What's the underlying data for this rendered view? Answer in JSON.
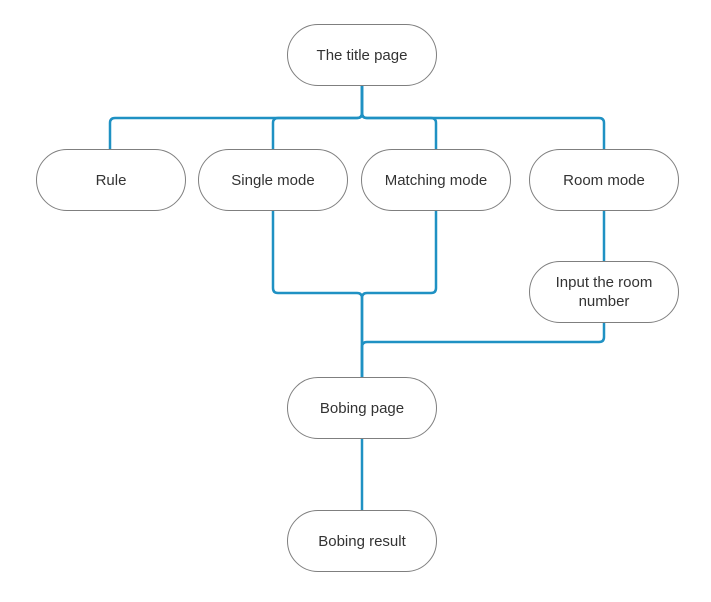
{
  "diagram": {
    "colors": {
      "connector": "#1f91c3",
      "node_border": "#7f7f7f",
      "node_text": "#333333",
      "node_fill": "#ffffff"
    },
    "nodes": {
      "title_page": "The title page",
      "rule": "Rule",
      "single_mode": "Single mode",
      "matching_mode": "Matching mode",
      "room_mode": "Room mode",
      "input_room": "Input the room number",
      "bobing_page": "Bobing page",
      "bobing_result": "Bobing result"
    },
    "edges": [
      {
        "from": "title_page",
        "to": "rule"
      },
      {
        "from": "title_page",
        "to": "single_mode"
      },
      {
        "from": "title_page",
        "to": "matching_mode"
      },
      {
        "from": "title_page",
        "to": "room_mode"
      },
      {
        "from": "single_mode",
        "to": "bobing_page"
      },
      {
        "from": "matching_mode",
        "to": "bobing_page"
      },
      {
        "from": "room_mode",
        "to": "input_room"
      },
      {
        "from": "input_room",
        "to": "bobing_page"
      },
      {
        "from": "bobing_page",
        "to": "bobing_result"
      }
    ]
  }
}
